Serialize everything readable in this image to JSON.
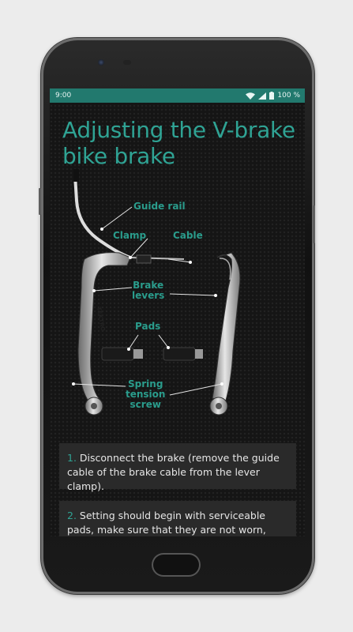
{
  "status": {
    "time": "9:00",
    "battery": "100 %"
  },
  "article": {
    "title": "Adjusting the V-brake bike brake",
    "steps": [
      {
        "num": "1.",
        "text": " Disconnect the brake (remove the guide cable of the brake cable from the lever clamp)."
      },
      {
        "num": "2.",
        "text": " Setting should begin with serviceable pads, make sure that they are not worn, there is a"
      }
    ]
  },
  "diagram": {
    "labels": {
      "guide_rail": "Guide rail",
      "clamp": "Clamp",
      "cable": "Cable",
      "brake_levers_1": "Brake",
      "brake_levers_2": "levers",
      "pads": "Pads",
      "spring_1": "Spring",
      "spring_2": "tension",
      "spring_3": "screw"
    },
    "arm_text": "TEKTRO"
  },
  "colors": {
    "accent": "#2fa394",
    "status_bar": "#22796e",
    "card": "#2a2a2a"
  }
}
